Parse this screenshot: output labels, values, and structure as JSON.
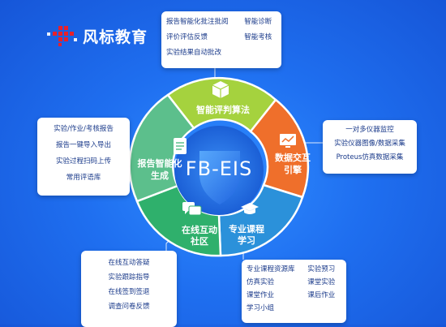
{
  "brand": {
    "name": "风标教育"
  },
  "center": {
    "title": "FB-EIS"
  },
  "segments": [
    {
      "label_lines": [
        "智能评判算法"
      ]
    },
    {
      "label_lines": [
        "数据交互",
        "引擎"
      ]
    },
    {
      "label_lines": [
        "专业课程",
        "学习"
      ]
    },
    {
      "label_lines": [
        "在线互动",
        "社区"
      ]
    },
    {
      "label_lines": [
        "报告智能化",
        "生成"
      ]
    }
  ],
  "callouts": {
    "top": {
      "items": [
        "报告智能化批注批阅",
        "智能诊断",
        "评价评估反馈",
        "智能考核",
        "实验结果自动批改"
      ]
    },
    "right": {
      "items": [
        "一对多仪器监控",
        "实验仪器图像/数据采集",
        "Proteus仿真数据采集"
      ]
    },
    "left": {
      "items": [
        "实验/作业/考核报告",
        "报告一键导入导出",
        "实验过程扫码上传",
        "常用评语库"
      ]
    },
    "bottom_left": {
      "items": [
        "在线互动答疑",
        "实验跟踪指导",
        "在线签到签退",
        "调查问卷反馈"
      ]
    },
    "bottom_right": {
      "items": [
        "专业课程资源库",
        "实验预习",
        "仿真实验",
        "课堂实验",
        "课堂作业",
        "课后作业",
        "学习小组"
      ]
    }
  },
  "colors": {
    "background": "#1f6ff0",
    "segment_top": "#9ccf3c",
    "segment_right": "#f0722a",
    "segment_bottom_right": "#2a8fd8",
    "segment_bottom_left": "#2ea86a",
    "segment_left": "#5ab98a",
    "callout_text": "#1a3a8a"
  }
}
